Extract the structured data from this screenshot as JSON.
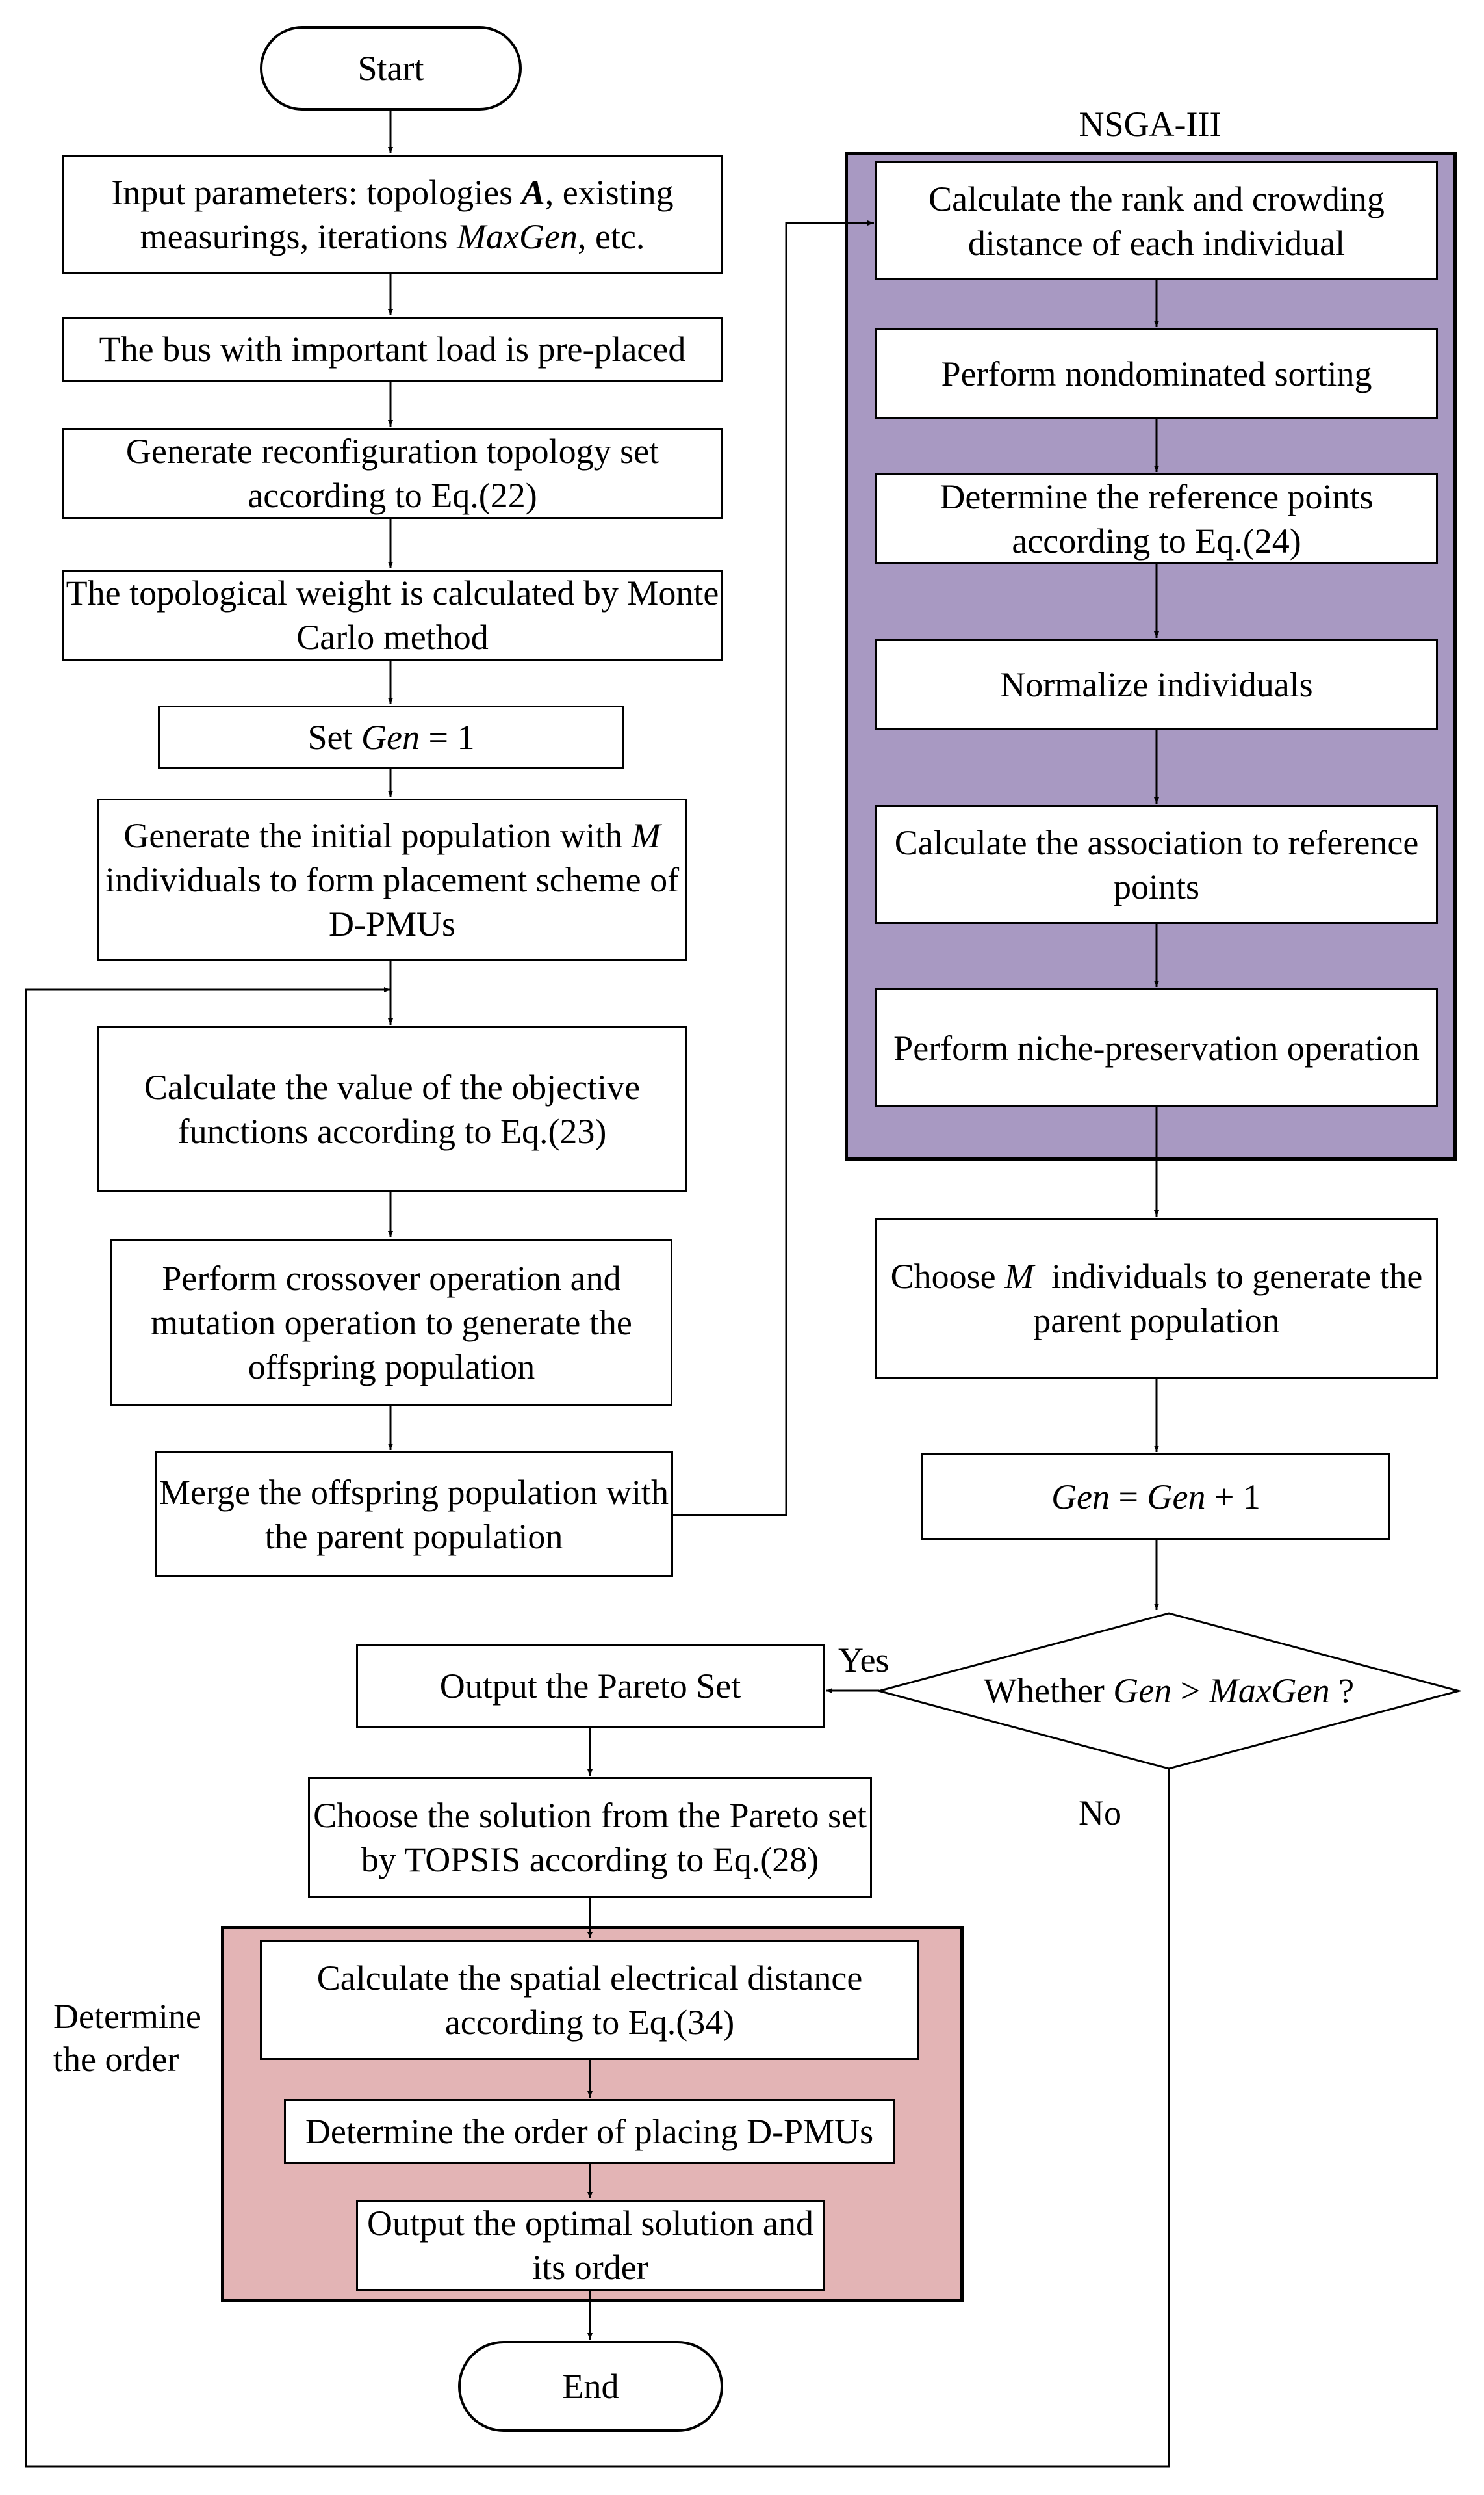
{
  "colors": {
    "nsga_region": "#a899c2",
    "order_region": "#e3b4b5",
    "line": "#000000"
  },
  "nodes": {
    "start": "Start",
    "input": "Input parameters: topologies <b><i>A</i></b>, existing measurings, iterations <i>MaxGen</i>, etc.",
    "preplace": "The bus with important load is pre-placed",
    "reconfig": "Generate reconfiguration topology set according to Eq.(22)",
    "topo_weight": "The topological weight is calculated by Monte Carlo method",
    "set_gen": "Set <i>Gen</i> = 1",
    "init_pop": "Generate the initial population with <i>M</i> individuals to form placement scheme of D-PMUs",
    "objective": "Calculate the value of the objective functions according to Eq.(23)",
    "crossover": "Perform crossover operation and mutation operation to generate the offspring population",
    "merge": "Merge the offspring population with the parent population",
    "rank": "Calculate the rank and crowding distance of each individual",
    "nondominated": "Perform nondominated sorting",
    "refpoints": "Determine the reference points according to Eq.(24)",
    "normalize": "Normalize individuals",
    "association": "Calculate the association to reference points",
    "niche": "Perform niche-preservation operation",
    "choose_m": "Choose <i>M</i>&nbsp; individuals to generate the parent population",
    "gen_inc": "<i>Gen</i> = <i>Gen</i> + 1",
    "decision": "Whether <i>Gen</i> &gt; <i>MaxGen</i> ?",
    "pareto": "Output the Pareto Set",
    "topsis": "Choose the solution from the Pareto set by TOPSIS according to Eq.(28)",
    "spatial": "Calculate the spatial electrical distance according to Eq.(34)",
    "order": "Determine the order of placing D-PMUs",
    "optimal": "Output the optimal solution and its order",
    "end": "End"
  },
  "labels": {
    "nsga_title": "NSGA-III",
    "yes": "Yes",
    "no": "No",
    "determine_order": "Determine the order"
  }
}
